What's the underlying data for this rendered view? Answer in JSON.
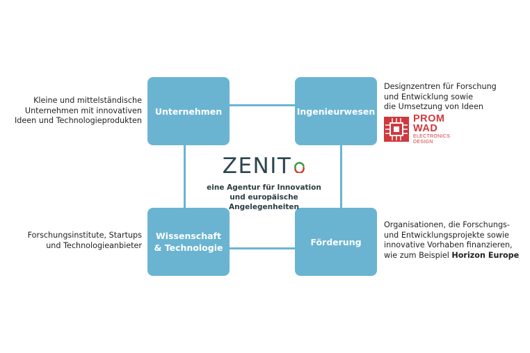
{
  "boxes": {
    "top_left": "Unternehmen",
    "top_right": "Ingenieurwesen",
    "bottom_left": "Wissenschaft\n& Technologie",
    "bottom_right": "Förderung"
  },
  "center": {
    "logo_word": "ZENIT",
    "tagline": "eine Agentur für Innovation\nund europäische Angelegenheiten"
  },
  "descriptions": {
    "top_left": "Kleine und mittelständische\nUnternehmen mit innovativen\nIdeen und Technologieprodukten",
    "top_right": "Designzentren für Forschung\nund Entwicklung sowie\ndie Umsetzung von Ideen",
    "bottom_left": "Forschungsinstitute, Startups\nund Technologieanbieter",
    "bottom_right_text": "Organisationen, die Forschungs-\nund Entwicklungsprojekte sowie\ninnovative Vorhaben finanzieren,\nwie zum Beispiel ",
    "bottom_right_bold": "Horizon Europe"
  },
  "promwad_logo": {
    "line1": "PROM",
    "line2": "WAD",
    "subtitle": "ELECTRONICS\nDESIGN"
  },
  "colors": {
    "box": "#6ab4d2",
    "logo_text": "#2a4650",
    "promwad_red": "#d0383c",
    "zenit_mark_green": "#3a9a4a",
    "zenit_mark_red": "#d93a2f"
  }
}
